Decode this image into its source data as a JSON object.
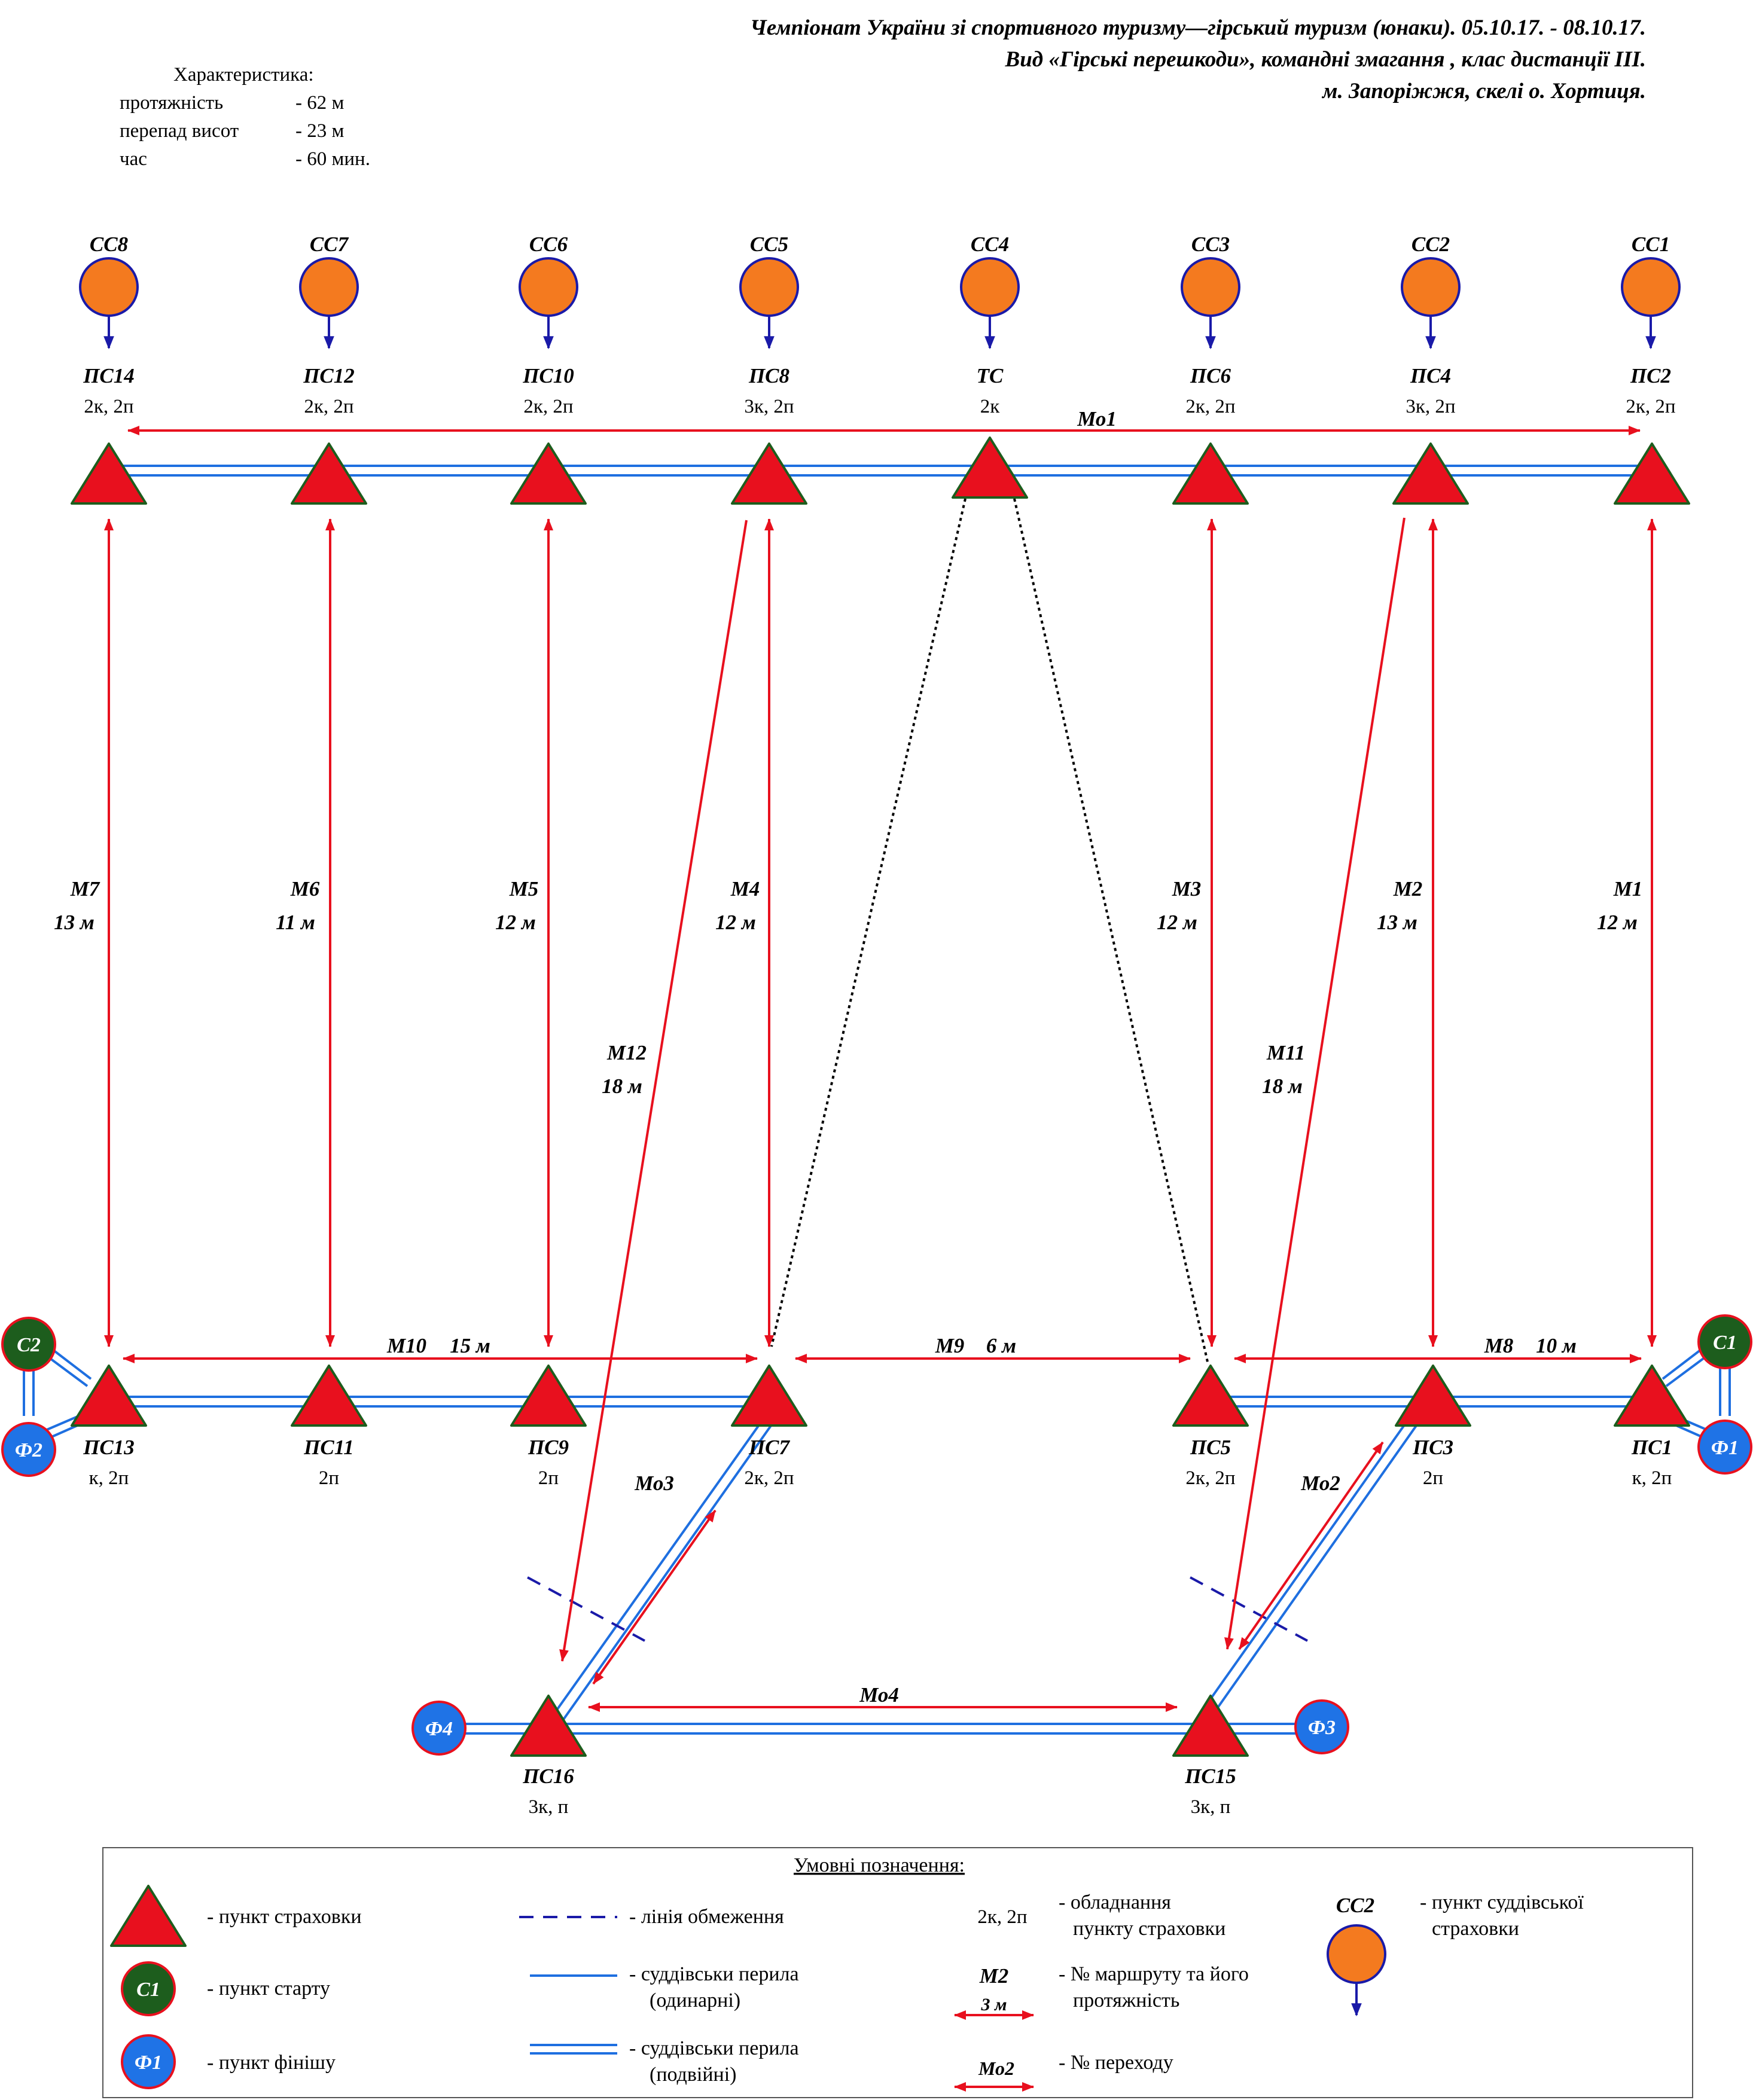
{
  "header": {
    "line1": "Чемпіонат України зі спортивного туризму—гірський туризм (юнаки). 05.10.17. - 08.10.17.",
    "line2": "Вид «Гірські перешкоди», командні змагання , клас дистанції III.",
    "line3": "м. Запоріжжя, скелі о. Хортиця."
  },
  "characteristics": {
    "title": "Характеристика:",
    "rows": [
      {
        "label": "протяжність",
        "value": "- 62 м"
      },
      {
        "label": "перепад висот",
        "value": "- 23 м"
      },
      {
        "label": "час",
        "value": "- 60 мин."
      }
    ]
  },
  "colors": {
    "red": "#e8101e",
    "green_dark": "#1d5d1d",
    "orange": "#f47a1f",
    "blue": "#1f73e6",
    "navy": "#1a1aa8",
    "rail": "#1e6fe0"
  },
  "judge_points": [
    {
      "label": "СС8",
      "station": "ПС14",
      "equip": "2к, 2п"
    },
    {
      "label": "СС7",
      "station": "ПС12",
      "equip": "2к, 2п"
    },
    {
      "label": "СС6",
      "station": "ПС10",
      "equip": "2к, 2п"
    },
    {
      "label": "СС5",
      "station": "ПС8",
      "equip": "3к, 2п"
    },
    {
      "label": "СС4",
      "station": "ТС",
      "equip": "2к"
    },
    {
      "label": "СС3",
      "station": "ПС6",
      "equip": "2к, 2п"
    },
    {
      "label": "СС2",
      "station": "ПС4",
      "equip": "3к, 2п"
    },
    {
      "label": "СС1",
      "station": "ПС2",
      "equip": "2к, 2п"
    }
  ],
  "mid_stations": [
    {
      "label": "ПС13",
      "equip": "к, 2п"
    },
    {
      "label": "ПС11",
      "equip": "2п"
    },
    {
      "label": "ПС9",
      "equip": "2п"
    },
    {
      "label": "ПС7",
      "equip": "2к, 2п"
    },
    {
      "label": "ПС5",
      "equip": "2к, 2п"
    },
    {
      "label": "ПС3",
      "equip": "2п"
    },
    {
      "label": "ПС1",
      "equip": "к, 2п"
    }
  ],
  "bottom_stations": [
    {
      "label": "ПС16",
      "equip": "3к, п"
    },
    {
      "label": "ПС15",
      "equip": "3к, п"
    }
  ],
  "starts": {
    "c1": "С1",
    "c2": "С2"
  },
  "finishes": {
    "f1": "Ф1",
    "f2": "Ф2",
    "f3": "Ф3",
    "f4": "Ф4"
  },
  "routes": {
    "m7": {
      "name": "М7",
      "len": "13 м"
    },
    "m6": {
      "name": "М6",
      "len": "11 м"
    },
    "m5": {
      "name": "М5",
      "len": "12 м"
    },
    "m4": {
      "name": "М4",
      "len": "12 м"
    },
    "m3": {
      "name": "М3",
      "len": "12 м"
    },
    "m2": {
      "name": "М2",
      "len": "13 м"
    },
    "m1": {
      "name": "М1",
      "len": "12 м"
    },
    "m12": {
      "name": "М12",
      "len": "18 м"
    },
    "m11": {
      "name": "М11",
      "len": "18 м"
    },
    "m10": {
      "name": "М10",
      "len": "15 м"
    },
    "m9": {
      "name": "М9",
      "len": "6 м"
    },
    "m8": {
      "name": "М8",
      "len": "10 м"
    }
  },
  "transitions": {
    "mo1": "Мо1",
    "mo2": "Мо2",
    "mo3": "Мо3",
    "mo4": "Мо4"
  },
  "legend": {
    "title": "Умовні позначення:",
    "belay_point": "- пункт страховки",
    "start_point": "- пункт старту",
    "start_sample": "С1",
    "finish_point": "- пункт фінішу",
    "finish_sample": "Ф1",
    "boundary": "- лінія обмеження",
    "rail_single_1": "- суддівськи перила",
    "rail_single_2": "(одинарні)",
    "rail_double_1": "- суддівськи перила",
    "rail_double_2": "(подвійні)",
    "equip_sample": "2к, 2п",
    "equip_1": "- обладнання",
    "equip_2": "пункту страховки",
    "route_sample_name": "М2",
    "route_sample_len": "3 м",
    "route_1": "- № маршруту та його",
    "route_2": "протяжність",
    "trans_sample": "Мо2",
    "trans_text": "- № переходу",
    "judge_sample": "СС2",
    "judge_1": "- пункт суддівської",
    "judge_2": "страховки"
  }
}
